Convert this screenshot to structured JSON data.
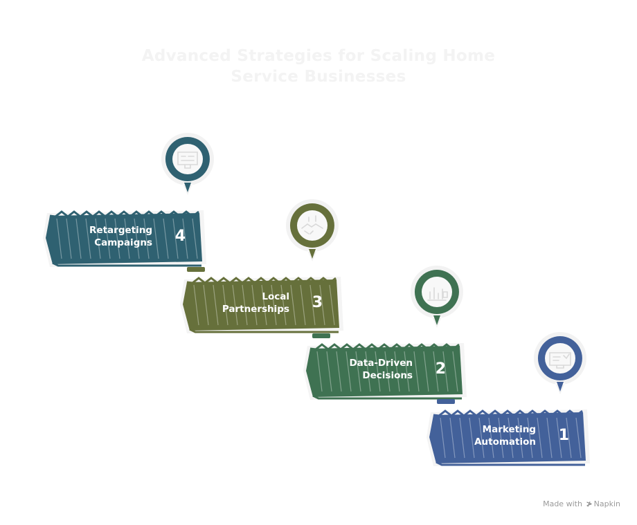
{
  "title": {
    "line1": "Advanced Strategies for Scaling Home",
    "line2": "Service Businesses"
  },
  "steps": [
    {
      "number": "1",
      "line1": "Marketing",
      "line2": "Automation",
      "color": "#43619a",
      "icon": "marketing-automation-icon"
    },
    {
      "number": "2",
      "line1": "Data-Driven",
      "line2": "Decisions",
      "color": "#3f7252",
      "icon": "data-chart-icon"
    },
    {
      "number": "3",
      "line1": "Local",
      "line2": "Partnerships",
      "color": "#66703b",
      "icon": "handshake-icon"
    },
    {
      "number": "4",
      "line1": "Retargeting",
      "line2": "Campaigns",
      "color": "#2f6171",
      "icon": "retargeting-monitor-icon"
    }
  ],
  "footer": {
    "made_with": "Made with",
    "brand": "Napkin"
  }
}
